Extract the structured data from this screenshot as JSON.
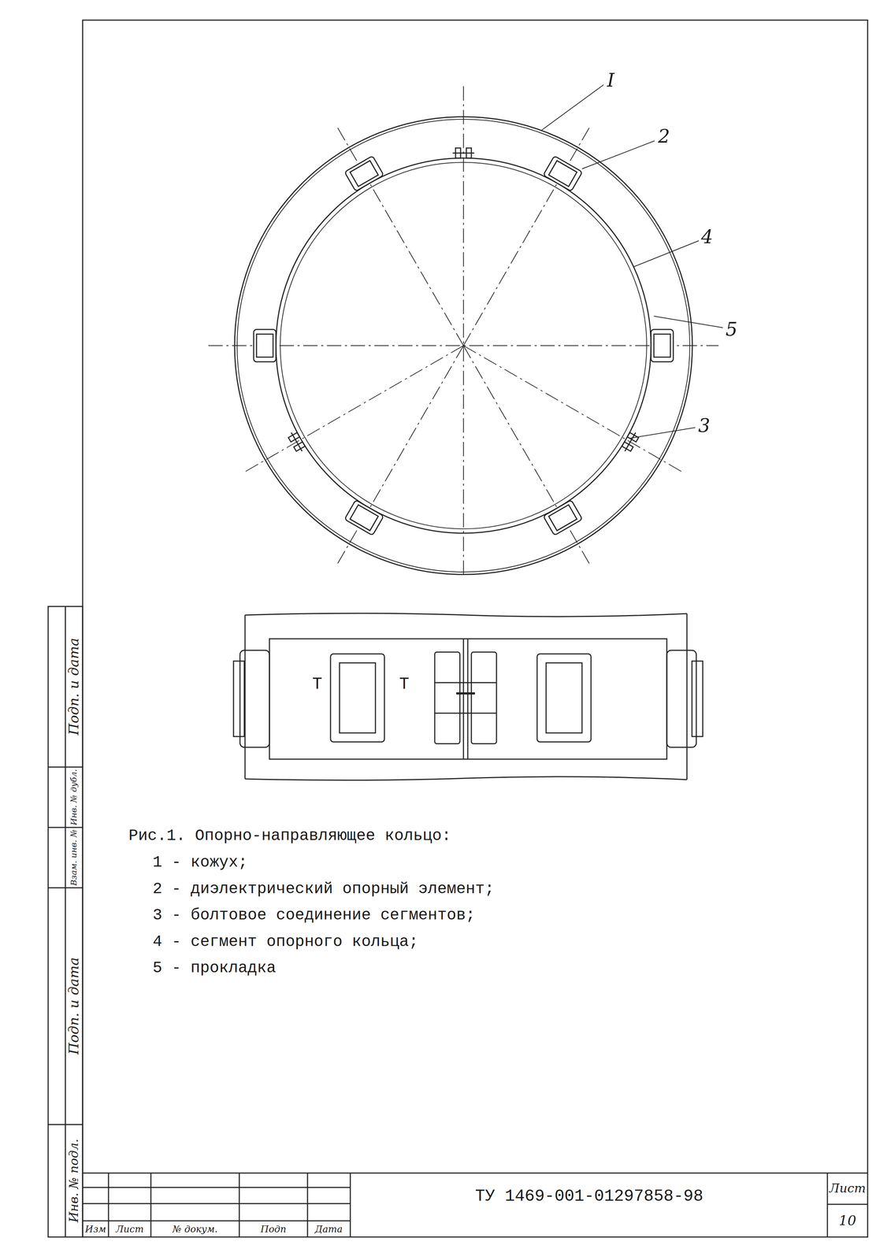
{
  "diagram": {
    "caption": "Рис.1. Опорно-направляющее кольцо:",
    "labels": [
      "I",
      "2",
      "4",
      "5",
      "3",
      "Т",
      "Т",
      "1 - кожух;",
      "2 - диэлектрический опорный элемент;",
      "3 - болтовое соединение сегментов;",
      "4 - сегмент опорного кольца;",
      "5 - прокладка",
      "Подп. и дата",
      "Инв. № дубл.",
      "Взам. инв. №",
      "Подп. и дата",
      "Инв. № подл.",
      "Изм",
      "Лист",
      "№ докум.",
      "Подп",
      "Дата",
      "ТУ 1469-001-01297858-98",
      "Лист",
      "10"
    ]
  }
}
